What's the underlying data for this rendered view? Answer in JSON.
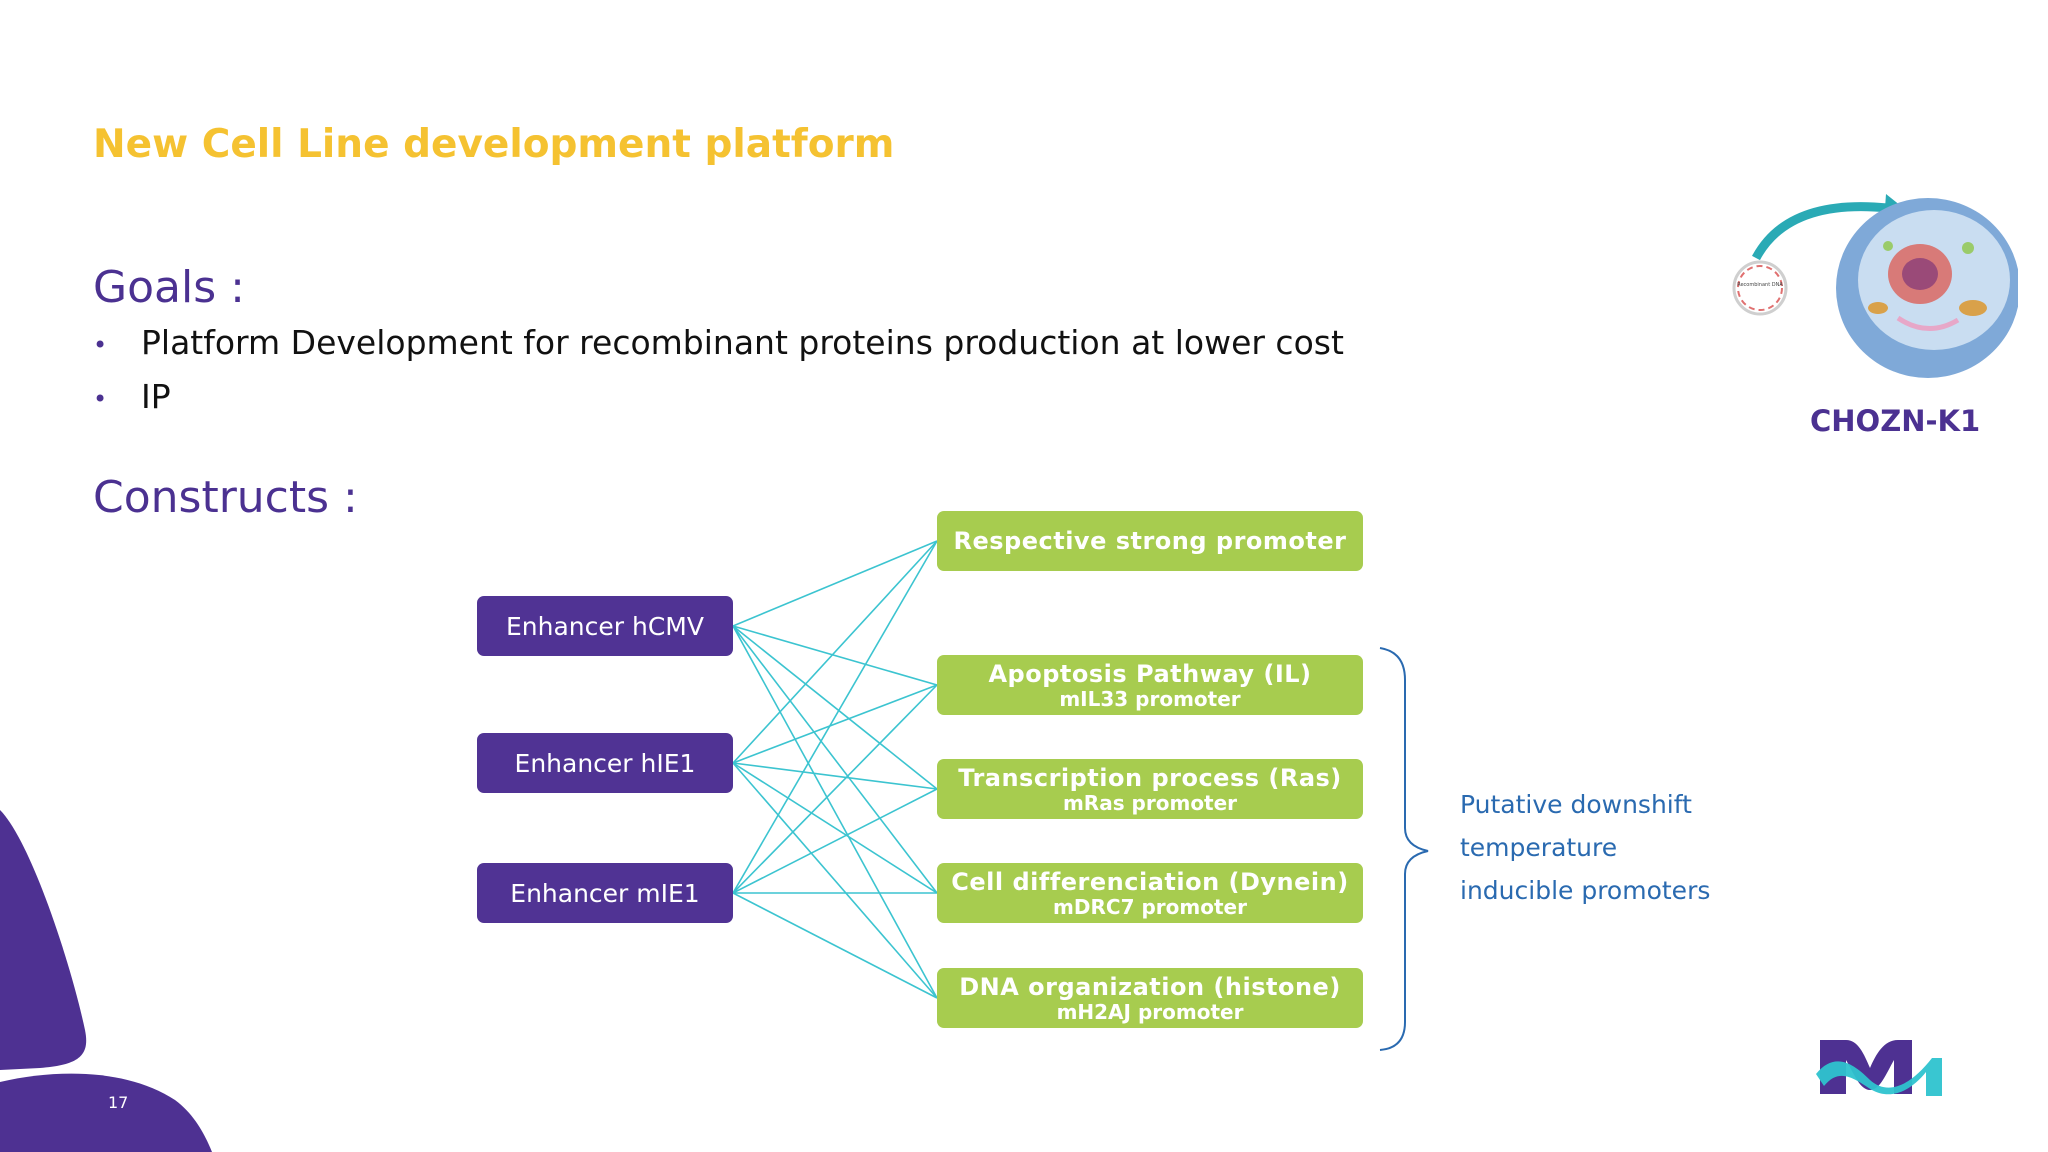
{
  "slide": {
    "title": "New Cell Line development platform",
    "page_number": "17"
  },
  "goals": {
    "heading": "Goals :",
    "items": [
      "Platform Development for recombinant proteins production at lower cost",
      "IP"
    ]
  },
  "constructs": {
    "heading": "Constructs :",
    "enhancers": [
      "Enhancer hCMV",
      "Enhancer hIE1",
      "Enhancer mIE1"
    ],
    "promoters": [
      {
        "title": "Respective strong promoter",
        "subtitle": ""
      },
      {
        "title": "Apoptosis Pathway (IL)",
        "subtitle": "mIL33 promoter"
      },
      {
        "title": "Transcription process (Ras)",
        "subtitle": "mRas promoter"
      },
      {
        "title": "Cell differenciation (Dynein)",
        "subtitle": "mDRC7 promoter"
      },
      {
        "title": "DNA organization (histone)",
        "subtitle": "mH2AJ promoter"
      }
    ],
    "bracket_note": [
      "Putative downshift",
      "temperature",
      "inducible promoters"
    ]
  },
  "cell_illustration": {
    "label": "CHOZN-K1",
    "plasmid_text": "Recombinant DNA"
  },
  "colors": {
    "title": "#f5c231",
    "purple": "#503394",
    "green": "#a7cc4f",
    "connector": "#3cc4d0",
    "note_blue": "#2a6ab0"
  },
  "icons": [
    "cell-illustration-icon",
    "merck-logo-icon",
    "corner-shape-decoration"
  ]
}
